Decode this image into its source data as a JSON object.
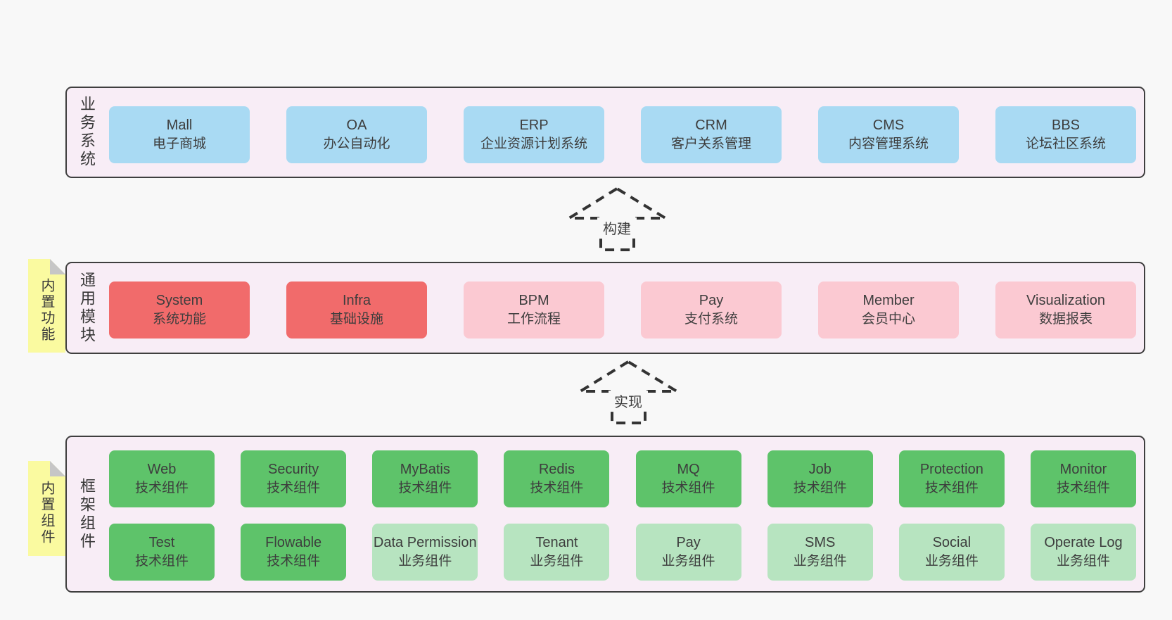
{
  "colors": {
    "page_bg": "#f8f8f8",
    "container_bg": "#f8edf6",
    "container_border": "#3f3f3f",
    "box_blue": "#a9daf3",
    "box_red": "#f16b6b",
    "box_pink": "#fbc9d2",
    "box_green": "#5ec36a",
    "box_light_green": "#b7e4c0",
    "note_yellow": "#fafaa0",
    "note_fold_gray": "#c6c6c6",
    "text": "#3d3d3d"
  },
  "arrows": [
    {
      "label": "构建"
    },
    {
      "label": "实现"
    }
  ],
  "notes": [
    {
      "label": "内置功能"
    },
    {
      "label": "内置组件"
    }
  ],
  "layers": [
    {
      "side_label": "业务系统",
      "rows": [
        {
          "boxes": [
            {
              "en": "Mall",
              "zh": "电子商城",
              "type": "blue"
            },
            {
              "en": "OA",
              "zh": "办公自动化",
              "type": "blue"
            },
            {
              "en": "ERP",
              "zh": "企业资源计划系统",
              "type": "blue"
            },
            {
              "en": "CRM",
              "zh": "客户关系管理",
              "type": "blue"
            },
            {
              "en": "CMS",
              "zh": "内容管理系统",
              "type": "blue"
            },
            {
              "en": "BBS",
              "zh": "论坛社区系统",
              "type": "blue"
            }
          ]
        }
      ]
    },
    {
      "side_label": "通用模块",
      "rows": [
        {
          "boxes": [
            {
              "en": "System",
              "zh": "系统功能",
              "type": "red"
            },
            {
              "en": "Infra",
              "zh": "基础设施",
              "type": "red"
            },
            {
              "en": "BPM",
              "zh": "工作流程",
              "type": "pink"
            },
            {
              "en": "Pay",
              "zh": "支付系统",
              "type": "pink"
            },
            {
              "en": "Member",
              "zh": "会员中心",
              "type": "pink"
            },
            {
              "en": "Visualization",
              "zh": "数据报表",
              "type": "pink"
            }
          ]
        }
      ]
    },
    {
      "side_label": "框架组件",
      "rows": [
        {
          "boxes": [
            {
              "en": "Web",
              "zh": "技术组件",
              "type": "green"
            },
            {
              "en": "Security",
              "zh": "技术组件",
              "type": "green"
            },
            {
              "en": "MyBatis",
              "zh": "技术组件",
              "type": "green"
            },
            {
              "en": "Redis",
              "zh": "技术组件",
              "type": "green"
            },
            {
              "en": "MQ",
              "zh": "技术组件",
              "type": "green"
            },
            {
              "en": "Job",
              "zh": "技术组件",
              "type": "green"
            },
            {
              "en": "Protection",
              "zh": "技术组件",
              "type": "green"
            },
            {
              "en": "Monitor",
              "zh": "技术组件",
              "type": "green"
            }
          ]
        },
        {
          "boxes": [
            {
              "en": "Test",
              "zh": "技术组件",
              "type": "green"
            },
            {
              "en": "Flowable",
              "zh": "技术组件",
              "type": "green"
            },
            {
              "en": "Data Permission",
              "zh": "业务组件",
              "type": "lightgreen"
            },
            {
              "en": "Tenant",
              "zh": "业务组件",
              "type": "lightgreen"
            },
            {
              "en": "Pay",
              "zh": "业务组件",
              "type": "lightgreen"
            },
            {
              "en": "SMS",
              "zh": "业务组件",
              "type": "lightgreen"
            },
            {
              "en": "Social",
              "zh": "业务组件",
              "type": "lightgreen"
            },
            {
              "en": "Operate Log",
              "zh": "业务组件",
              "type": "lightgreen"
            }
          ]
        }
      ]
    }
  ]
}
